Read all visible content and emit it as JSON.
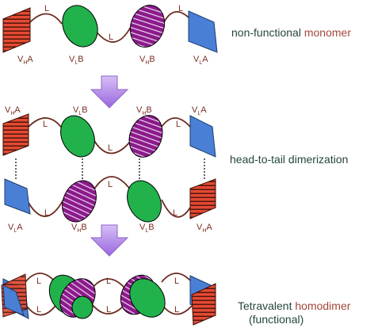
{
  "captions": {
    "row1": {
      "part1": "non-functional",
      "part2": "monomer"
    },
    "row2": {
      "text": "head-to-tail dimerization"
    },
    "row3": {
      "part1": "Tetravalent",
      "part2": "homodimer",
      "part3": "(functional)"
    }
  },
  "domain_labels": {
    "linker": "L",
    "vh_a": {
      "main": "V",
      "sub": "H",
      "suffix": "A"
    },
    "vl_b": {
      "main": "V",
      "sub": "L",
      "suffix": "B"
    },
    "vh_b": {
      "main": "V",
      "sub": "H",
      "suffix": "B"
    },
    "vl_a": {
      "main": "V",
      "sub": "L",
      "suffix": "A"
    }
  },
  "colors": {
    "vh_a_red": "#e34a33",
    "vl_a_blue": "#4a7fd6",
    "vl_b_green": "#22b24c",
    "vh_b_purple": "#8b1a8b",
    "linker": "#6b2a1e",
    "arrow": "#b48ae6"
  }
}
